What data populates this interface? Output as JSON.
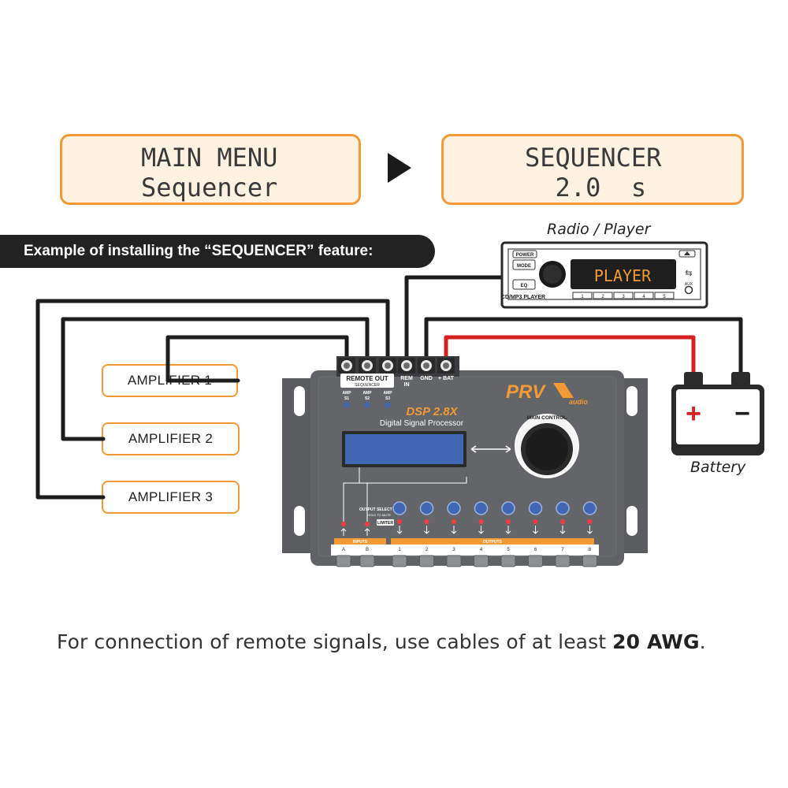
{
  "screens": {
    "left": {
      "line1": "MAIN MENU",
      "line2": "Sequencer"
    },
    "right": {
      "line1": "SEQUENCER",
      "line2": "  2.0  s"
    }
  },
  "banner": "Example of installing the “SEQUENCER” feature:",
  "radio": {
    "caption": "Radio / Player",
    "display": "PLAYER",
    "buttons": {
      "power": "POWER",
      "mode": "MODE",
      "eq": "EQ"
    },
    "model": "CD/MP3 PLAYER",
    "aux": "AUX",
    "presets": [
      "1",
      "2",
      "3",
      "4",
      "5"
    ]
  },
  "amplifiers": [
    "AMPLIFIER 1",
    "AMPLIFIER 2",
    "AMPLIFIER 3"
  ],
  "battery": {
    "caption": "Battery",
    "plus": "+",
    "minus": "−"
  },
  "dsp": {
    "brand": "PRV",
    "brand_sub": "audio",
    "model": "DSP 2.8X",
    "subtitle": "Digital Signal Processor",
    "remote_out": "REMOTE OUT",
    "remote_sub": "SEQUENCER",
    "amp_labels": [
      [
        "AMP",
        "S1"
      ],
      [
        "AMP",
        "S2"
      ],
      [
        "AMP",
        "S3"
      ]
    ],
    "rem_in": [
      "REM",
      "IN"
    ],
    "gnd": "GND",
    "bat": "+ BAT",
    "main_control": "MAIN CONTROL",
    "output_select": "OUTPUT SELECT",
    "hold_to_mute": "HOLD TO MUTE",
    "limiter": "LIMITER",
    "inputs_label": "INPUTS",
    "outputs_label": "OUTPUTS",
    "inputs": [
      "A",
      "B"
    ],
    "outputs": [
      "1",
      "2",
      "3",
      "4",
      "5",
      "6",
      "7",
      "8"
    ]
  },
  "footer": {
    "text": "For connection of remote signals, use cables of at least ",
    "bold": "20 AWG",
    "end": "."
  },
  "colors": {
    "accent": "#f39a35",
    "device": "#5d5f62",
    "wire": "#1d1d1d",
    "wire_positive": "#d62020",
    "lcd_blue": "#3f67b4"
  }
}
